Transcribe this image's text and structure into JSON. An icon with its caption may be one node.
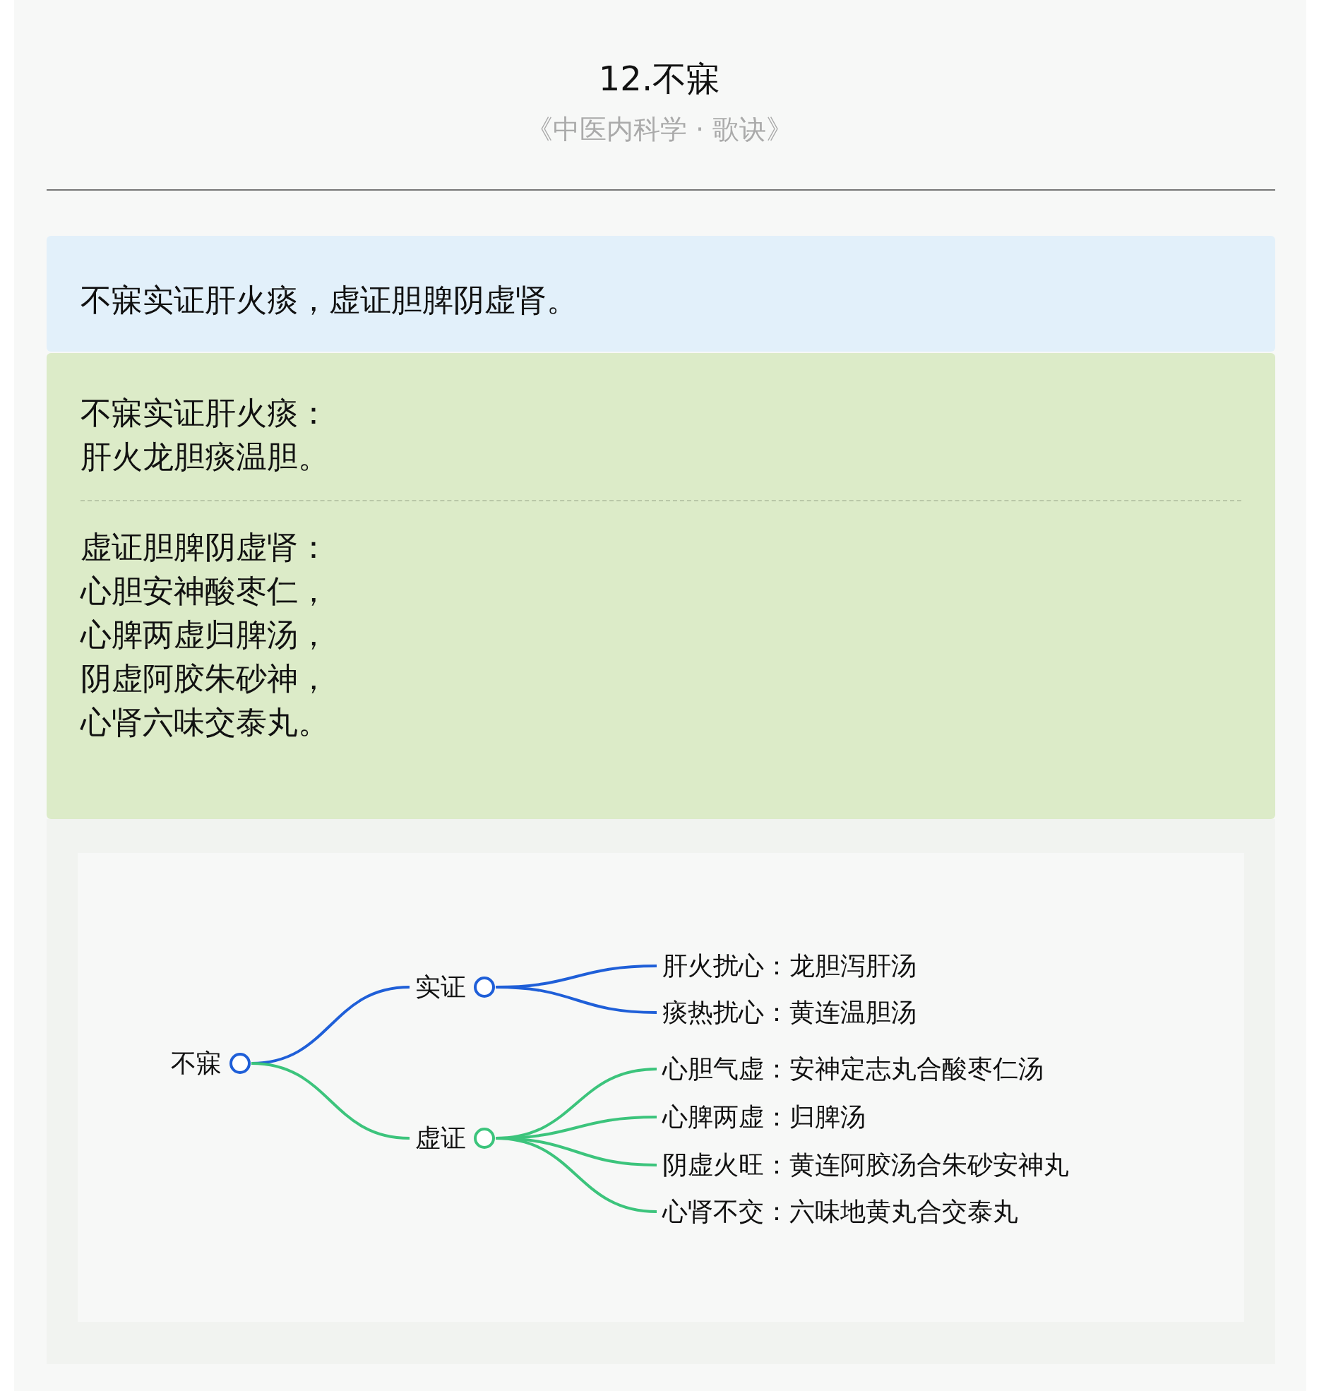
{
  "diagram": {
    "title": "12.不寐",
    "nodes": [
      {
        "text": [
          "不寐实证肝火痰，虚证胆脾阴虚肾。"
        ]
      },
      {
        "text": [
          "不寐实证肝火痰：肝火龙胆痰温胆。",
          "虚证胆脾阴虚肾：心胆安神酸枣仁，心脾两虚归脾汤，阴虚阿胶朱砂神，心肾六味交泰丸。"
        ]
      },
      {
        "text": [
          "不寐"
        ]
      },
      {
        "text": [
          "实证"
        ]
      },
      {
        "text": [
          "虚证"
        ]
      },
      {
        "text": [
          "肝火扰心：龙胆泻肝汤"
        ]
      },
      {
        "text": [
          "痰热扰心：黄连温胆汤"
        ]
      },
      {
        "text": [
          "心胆气虚：安神定志丸合酸枣仁汤"
        ]
      },
      {
        "text": [
          "心脾两虚：归脾汤"
        ]
      },
      {
        "text": [
          "阴虚火旺：黄连阿胶汤合朱砂安神丸"
        ]
      },
      {
        "text": [
          "心肾不交：六味地黄丸合交泰丸"
        ]
      }
    ],
    "edges": [
      {
        "from": 2,
        "to": 3,
        "arrow": "none",
        "color": "#1f5fd8"
      },
      {
        "from": 2,
        "to": 4,
        "arrow": "none"
      },
      {
        "from": 3,
        "to": 5,
        "arrow": "none",
        "color": "#1f5fd8"
      },
      {
        "from": 3,
        "to": 6,
        "arrow": "none",
        "color": "#1f5fd8"
      },
      {
        "from": 4,
        "to": 7,
        "arrow": "none"
      },
      {
        "from": 4,
        "to": 8,
        "arrow": "none"
      },
      {
        "from": 4,
        "to": 9,
        "arrow": "none"
      },
      {
        "from": 4,
        "to": 10,
        "arrow": "none"
      }
    ],
    "labels": [
      "《中医内科学 · 歌诀》"
    ]
  }
}
